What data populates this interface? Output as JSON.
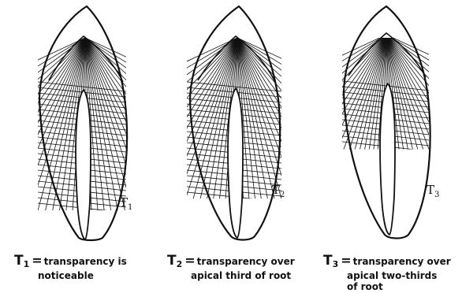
{
  "teeth": [
    {
      "id": "T1",
      "label": "T",
      "subscript": "1",
      "hatch_top": 0.28,
      "hatch_bottom": 0.87
    },
    {
      "id": "T2",
      "label": "T",
      "subscript": "2",
      "hatch_top": 0.28,
      "hatch_bottom": 0.82
    },
    {
      "id": "T3",
      "label": "T",
      "subscript": "3",
      "hatch_top": 0.28,
      "hatch_bottom": 0.62
    }
  ],
  "captions": [
    {
      "symbol": "T",
      "subscript": "1",
      "eq": "=",
      "line1": "transparency is",
      "line2": "noticeable",
      "line3": ""
    },
    {
      "symbol": "T",
      "subscript": "2",
      "eq": "=",
      "line1": "transparency over",
      "line2": "apical third of root",
      "line3": ""
    },
    {
      "symbol": "T",
      "subscript": "3",
      "eq": "=",
      "line1": "transparency over",
      "line2": "apical two-thirds",
      "line3": "of root"
    }
  ]
}
